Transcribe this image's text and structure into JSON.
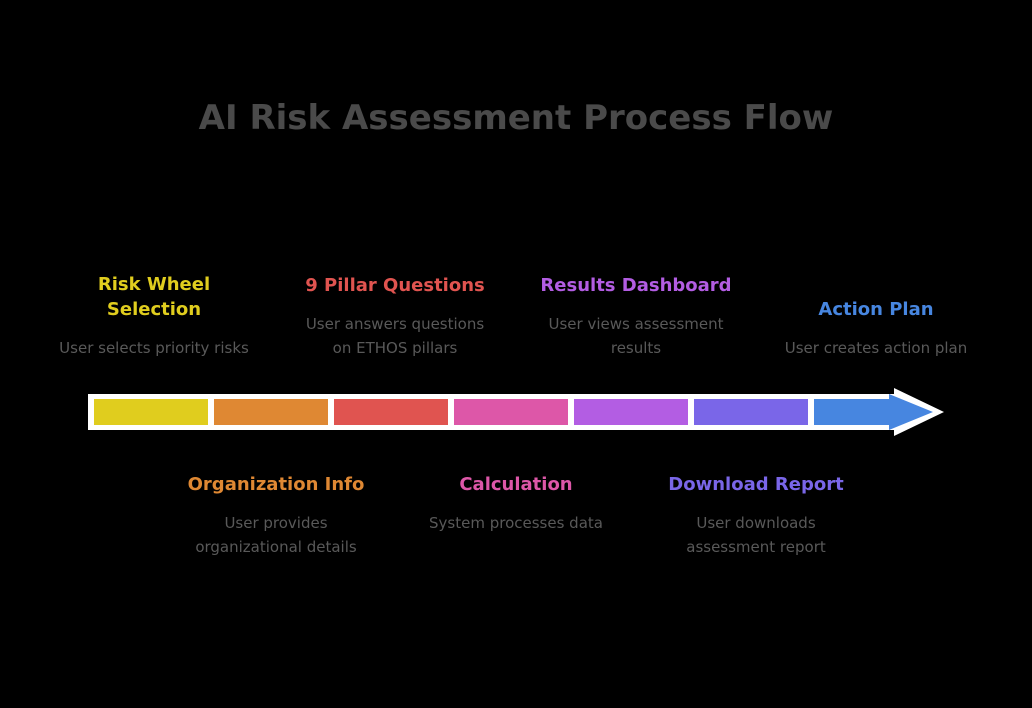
{
  "header": {
    "title": "AI Risk Assessment Process Flow",
    "title_color": "#4a4a4a"
  },
  "chart_data": {
    "type": "diagram",
    "subtype": "process-flow-timeline",
    "title": "AI Risk Assessment Process Flow",
    "orientation": "horizontal",
    "segment_count": 7,
    "arrow_color_end": "#4786E0",
    "background": "#000000",
    "description_color": "#595959",
    "steps": [
      {
        "index": 1,
        "label": "Risk Wheel Selection",
        "description": "User selects priority risks",
        "color": "#E0CD1E",
        "position": "above"
      },
      {
        "index": 2,
        "label": "Organization Info",
        "description": "User provides organizational details",
        "color": "#DF8833",
        "position": "below"
      },
      {
        "index": 3,
        "label": "9 Pillar Questions",
        "description": "User answers questions on ETHOS pillars",
        "color": "#E05450",
        "position": "above"
      },
      {
        "index": 4,
        "label": "Calculation",
        "description": "System processes data",
        "color": "#DD57A8",
        "position": "below"
      },
      {
        "index": 5,
        "label": "Results Dashboard",
        "description": "User views assessment results",
        "color": "#B35DE3",
        "position": "above"
      },
      {
        "index": 6,
        "label": "Download Report",
        "description": "User downloads assessment report",
        "color": "#7A66E8",
        "position": "below"
      },
      {
        "index": 7,
        "label": "Action Plan",
        "description": "User creates action plan",
        "color": "#4786E0",
        "position": "above"
      }
    ]
  },
  "stages_above": [
    {
      "title": "Risk Wheel Selection",
      "title_line_1": "Risk Wheel",
      "title_line_2": "Selection",
      "description": "User selects priority risks",
      "color": "#E0CD1E"
    },
    {
      "title": "9 Pillar Questions",
      "title_line_1": "9 Pillar",
      "title_line_2": "Questions",
      "description": "User answers questions on ETHOS pillars",
      "color": "#E05450"
    },
    {
      "title": "Results Dashboard",
      "title_line_1": "Results",
      "title_line_2": "Dashboard",
      "description": "User views assessment results",
      "color": "#B35DE3"
    },
    {
      "title": "Action Plan",
      "title_line_1": "Action Plan",
      "title_line_2": "",
      "description": "User creates action plan",
      "color": "#4786E0"
    }
  ],
  "stages_below": [
    {
      "title": "Organization Info",
      "description": "User provides organizational details",
      "color": "#DF8833"
    },
    {
      "title": "Calculation",
      "description": "System processes data",
      "color": "#DD57A8"
    },
    {
      "title": "Download Report",
      "description": "User downloads assessment report",
      "color": "#7A66E8"
    }
  ],
  "arrow": {
    "name": "process-arrow",
    "outline_color": "#FFFFFF",
    "segments": [
      {
        "color": "#E0CD1E",
        "label": "Risk Wheel Selection"
      },
      {
        "color": "#DF8833",
        "label": "Organization Info"
      },
      {
        "color": "#E05450",
        "label": "9 Pillar Questions"
      },
      {
        "color": "#DD57A8",
        "label": "Calculation"
      },
      {
        "color": "#B35DE3",
        "label": "Results Dashboard"
      },
      {
        "color": "#7A66E8",
        "label": "Download Report"
      },
      {
        "color": "#4786E0",
        "label": "Action Plan"
      }
    ]
  }
}
